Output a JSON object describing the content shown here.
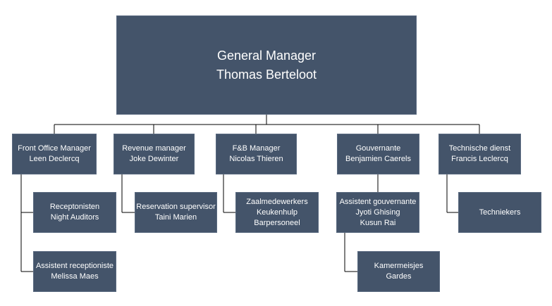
{
  "general_manager": {
    "title": "General Manager",
    "name": "Thomas Berteloot"
  },
  "departments": {
    "front_office": {
      "lines": [
        "Front Office Manager",
        "Leen Declercq"
      ],
      "children": {
        "receptionists": {
          "lines": [
            "Receptonisten",
            "Night Auditors"
          ]
        },
        "assistant": {
          "lines": [
            "Assistent receptioniste",
            "Melissa Maes"
          ]
        }
      }
    },
    "revenue": {
      "lines": [
        "Revenue manager",
        "Joke Dewinter"
      ],
      "children": {
        "reservation": {
          "lines": [
            "Reservation supervisor",
            "Taini Marien"
          ]
        }
      }
    },
    "fb": {
      "lines": [
        "F&B Manager",
        "Nicolas Thieren"
      ],
      "children": {
        "staff": {
          "lines": [
            "Zaalmedewerkers",
            "Keukenhulp",
            "Barpersoneel"
          ]
        }
      }
    },
    "housekeeping": {
      "lines": [
        "Gouvernante",
        "Benjamien Caerels"
      ],
      "children": {
        "assistant": {
          "lines": [
            "Assistent gouvernante",
            "Jyoti Ghising",
            "Kusun Rai"
          ]
        },
        "rooms": {
          "lines": [
            "Kamermeisjes",
            "Gardes"
          ]
        }
      }
    },
    "technical": {
      "lines": [
        "Technische dienst",
        "Francis Leclercq"
      ],
      "children": {
        "technicians": {
          "lines": [
            "Techniekers"
          ]
        }
      }
    }
  }
}
